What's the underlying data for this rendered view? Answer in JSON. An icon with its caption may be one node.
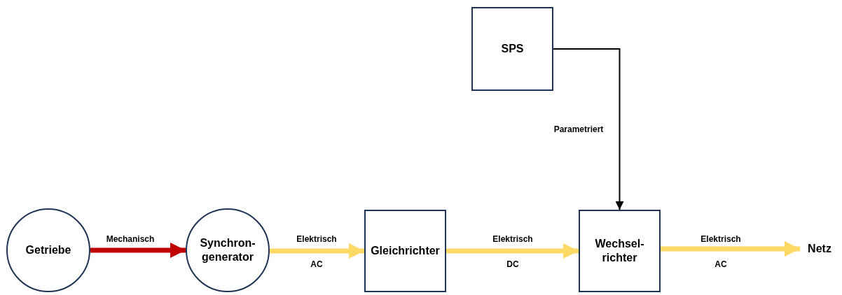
{
  "diagram": {
    "nodes": [
      {
        "text": [
          "SPS"
        ]
      },
      {
        "text": [
          "Getriebe"
        ]
      },
      {
        "text": [
          "Synchron-generator"
        ]
      },
      {
        "text": [
          "Gleichrichter"
        ]
      },
      {
        "text": [
          "Wechsel-richter"
        ]
      },
      {
        "text": [
          "Netz"
        ]
      }
    ],
    "edges": [
      {
        "from": 1,
        "to": 2,
        "arrow": "to",
        "label": "Mechanisch",
        "color": "#c00000"
      },
      {
        "from": 2,
        "to": 3,
        "arrow": "to",
        "label": "Elektrisch"
      },
      {
        "from": 3,
        "to": 4,
        "arrow": "to",
        "label": "Elektrisch"
      },
      {
        "from": 4,
        "to": 5,
        "arrow": "to",
        "label": "Elektrisch"
      },
      {
        "from": 0,
        "to": 4,
        "arrow": "to",
        "label": "Parametriert",
        "color": "#000000"
      }
    ],
    "labels": [
      "AC",
      "DC",
      "AC"
    ]
  }
}
